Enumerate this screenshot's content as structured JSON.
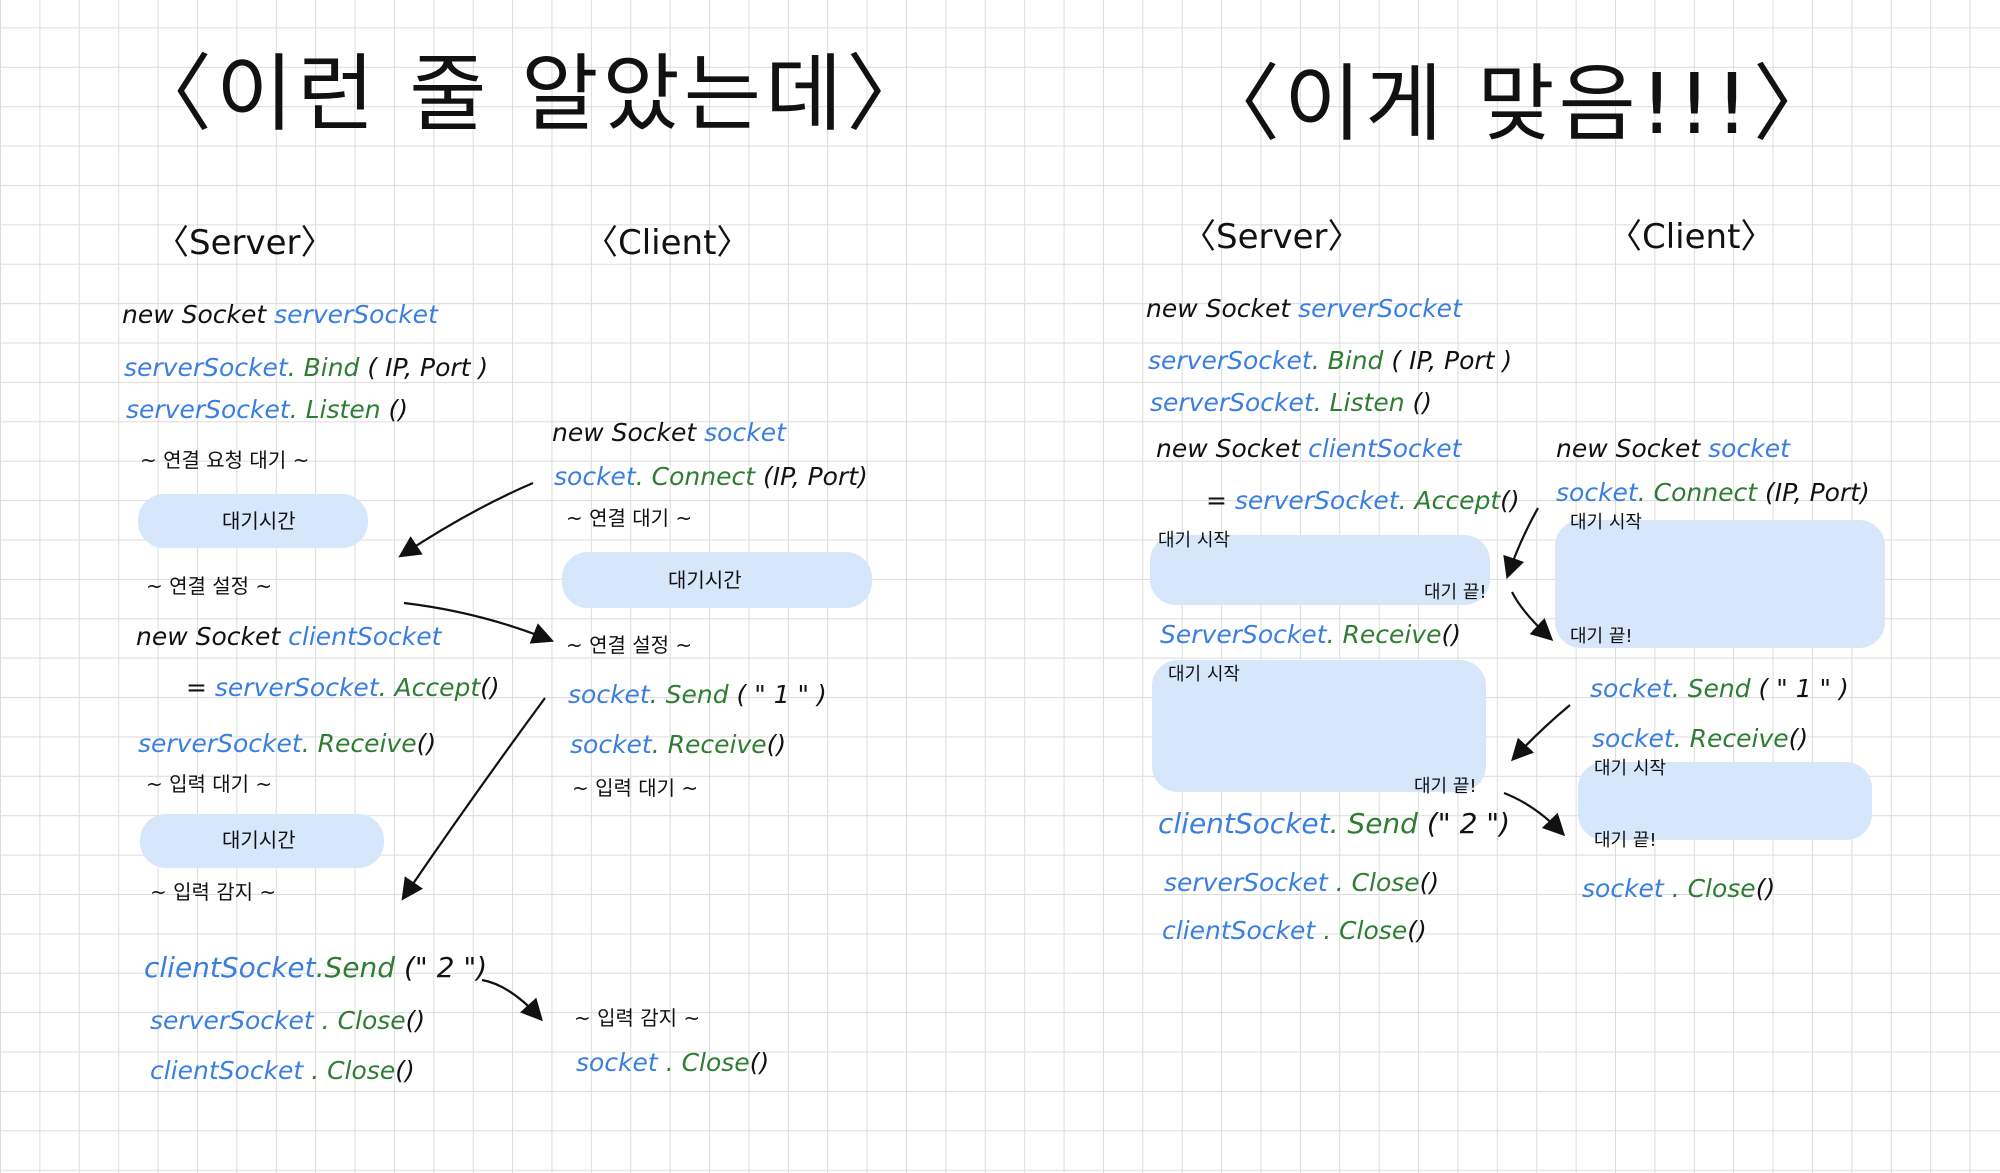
{
  "colors": {
    "var": "#3a7fe0",
    "method": "#2e7d32",
    "ink": "#111111",
    "highlight": "#d6e6fb"
  },
  "left": {
    "title": "〈이런 줄 알았는데〉",
    "server": {
      "heading": "〈Server〉",
      "line_new": [
        "new Socket",
        "serverSocket"
      ],
      "line_bind": [
        "serverSocket",
        ". Bind",
        "( IP, Port )"
      ],
      "line_listen": [
        "serverSocket",
        ". Listen",
        "()"
      ],
      "wait_req": "~ 연결 요청 대기 ~",
      "wait_time_1": "대기시간",
      "conn_set": "~ 연결 설정 ~",
      "line_client": [
        "new Socket",
        "clientSocket"
      ],
      "line_accept": [
        "=",
        "serverSocket",
        ". Accept",
        "()"
      ],
      "line_receive": [
        "serverSocket",
        ". Receive",
        "()"
      ],
      "wait_input": "~ 입력 대기 ~",
      "wait_time_2": "대기시간",
      "input_detect": "~ 입력 감지 ~",
      "line_send": [
        "clientSocket",
        ".Send",
        "(\" 2 \")"
      ],
      "line_close1": [
        "serverSocket",
        ". Close",
        "()"
      ],
      "line_close2": [
        "clientSocket",
        ". Close",
        "()"
      ]
    },
    "client": {
      "heading": "〈Client〉",
      "line_new": [
        "new Socket",
        "socket"
      ],
      "line_connect": [
        "socket",
        ". Connect",
        "(IP, Port)"
      ],
      "wait_conn": "~ 연결 대기 ~",
      "wait_time": "대기시간",
      "conn_set": "~ 연결 설정 ~",
      "line_send": [
        "socket",
        ". Send",
        "( \" 1 \" )"
      ],
      "line_receive": [
        "socket",
        ". Receive",
        "()"
      ],
      "wait_input": "~ 입력 대기 ~",
      "input_detect": "~ 입력 감지 ~",
      "line_close": [
        "socket",
        ". Close",
        "()"
      ]
    }
  },
  "right": {
    "title": "〈이게 맞음!!!〉",
    "server": {
      "heading": "〈Server〉",
      "line_new": [
        "new Socket",
        "serverSocket"
      ],
      "line_bind": [
        "serverSocket",
        ". Bind",
        "( IP, Port )"
      ],
      "line_listen": [
        "serverSocket",
        ". Listen",
        "()"
      ],
      "line_client": [
        "new Socket",
        "clientSocket"
      ],
      "line_accept": [
        "=",
        "serverSocket",
        ". Accept",
        "()"
      ],
      "wait_start_1": "대기 시작",
      "wait_end_1": "대기 끝!",
      "line_receive": [
        "ServerSocket",
        ". Receive",
        "()"
      ],
      "wait_start_2": "대기 시작",
      "wait_end_2": "대기 끝!",
      "line_send": [
        "clientSocket",
        ". Send",
        "(\" 2 \")"
      ],
      "line_close1": [
        "serverSocket",
        ". Close",
        "()"
      ],
      "line_close2": [
        "clientSocket",
        ". Close",
        "()"
      ]
    },
    "client": {
      "heading": "〈Client〉",
      "line_new": [
        "new Socket",
        "socket"
      ],
      "line_connect": [
        "socket",
        ". Connect",
        "(IP, Port)"
      ],
      "wait_start_1": "대기 시작",
      "wait_end_1": "대기 끝!",
      "line_send": [
        "socket",
        ". Send",
        "( \" 1 \" )"
      ],
      "line_receive": [
        "socket",
        ". Receive",
        "()"
      ],
      "wait_start_2": "대기 시작",
      "wait_end_2": "대기 끝!",
      "line_close": [
        "socket",
        ". Close",
        "()"
      ]
    }
  }
}
